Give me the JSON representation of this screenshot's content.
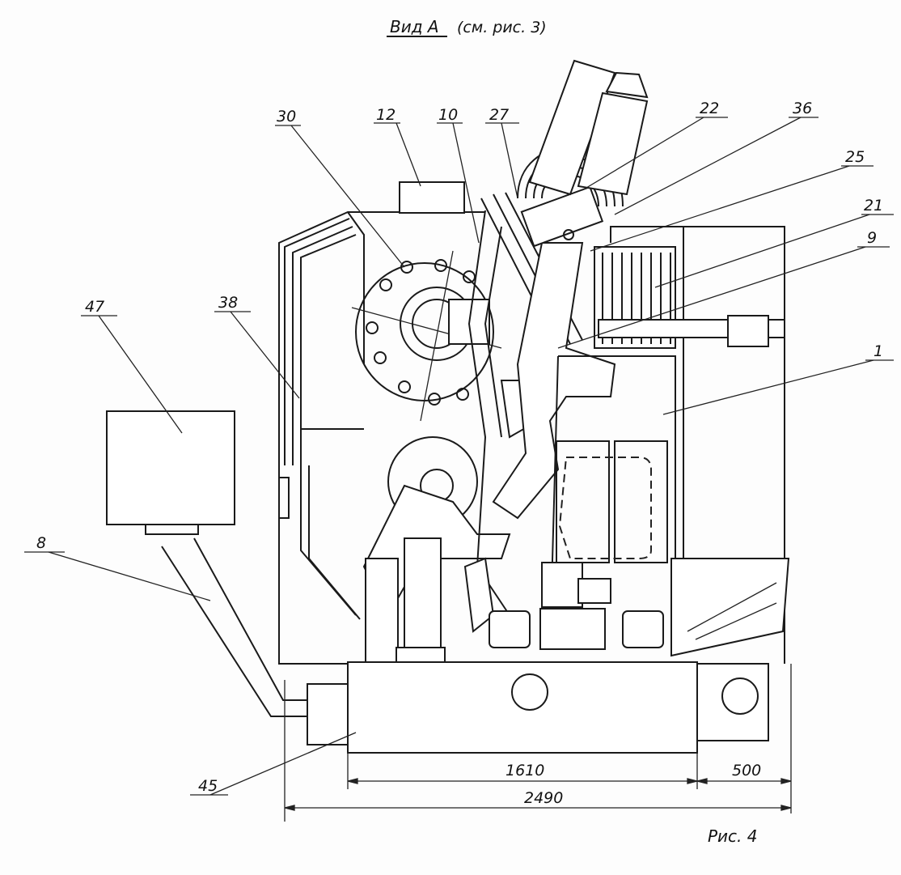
{
  "title": {
    "view": "Вид А",
    "reference": "(см. рис. 3)"
  },
  "figure_caption": "Рис. 4",
  "callouts": [
    "30",
    "12",
    "10",
    "27",
    "22",
    "36",
    "25",
    "21",
    "9",
    "1",
    "47",
    "38",
    "8",
    "45"
  ],
  "dimensions": {
    "d1": "1610",
    "d2": "500",
    "d3": "2490"
  }
}
